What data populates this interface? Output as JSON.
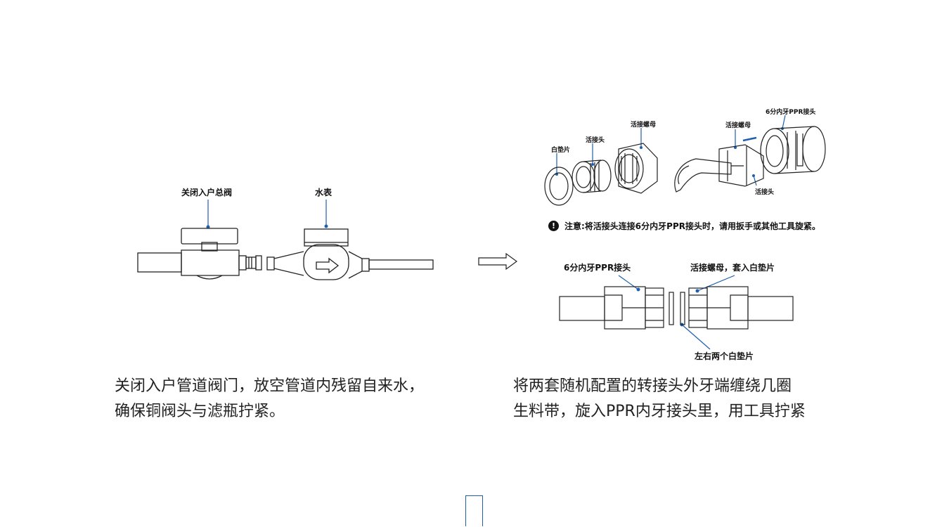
{
  "step1": {
    "label_valve": "关闭入户总阀",
    "label_meter": "水表",
    "caption_line1": "关闭入户管道阀门，放空管道内残留自来水，",
    "caption_line2": "确保铜阀头与滤瓶拧紧。"
  },
  "step2": {
    "top_left": {
      "label_gasket": "白垫片",
      "label_union_head": "活接头",
      "label_union_nut": "活接螺母"
    },
    "top_right": {
      "label_ppr": "6分内牙PPR接头",
      "label_union_nut": "活接螺母",
      "label_union_head": "活接头"
    },
    "warning_icon": "exclamation-icon",
    "warning_text": "注意:将活接头连接6分内牙PPR接头时，请用扳手或其他工具旋紧。",
    "bottom": {
      "label_ppr": "6分内牙PPR接头",
      "label_nut": "活接螺母，套入白垫片",
      "label_gaskets": "左右两个白垫片"
    },
    "caption_line1": "将两套随机配置的转接头外牙端缠绕几圈",
    "caption_line2": "生料带，旋入PPR内牙接头里，用工具拧紧"
  },
  "colors": {
    "accent": "#1f5fae",
    "line": "#222222"
  }
}
